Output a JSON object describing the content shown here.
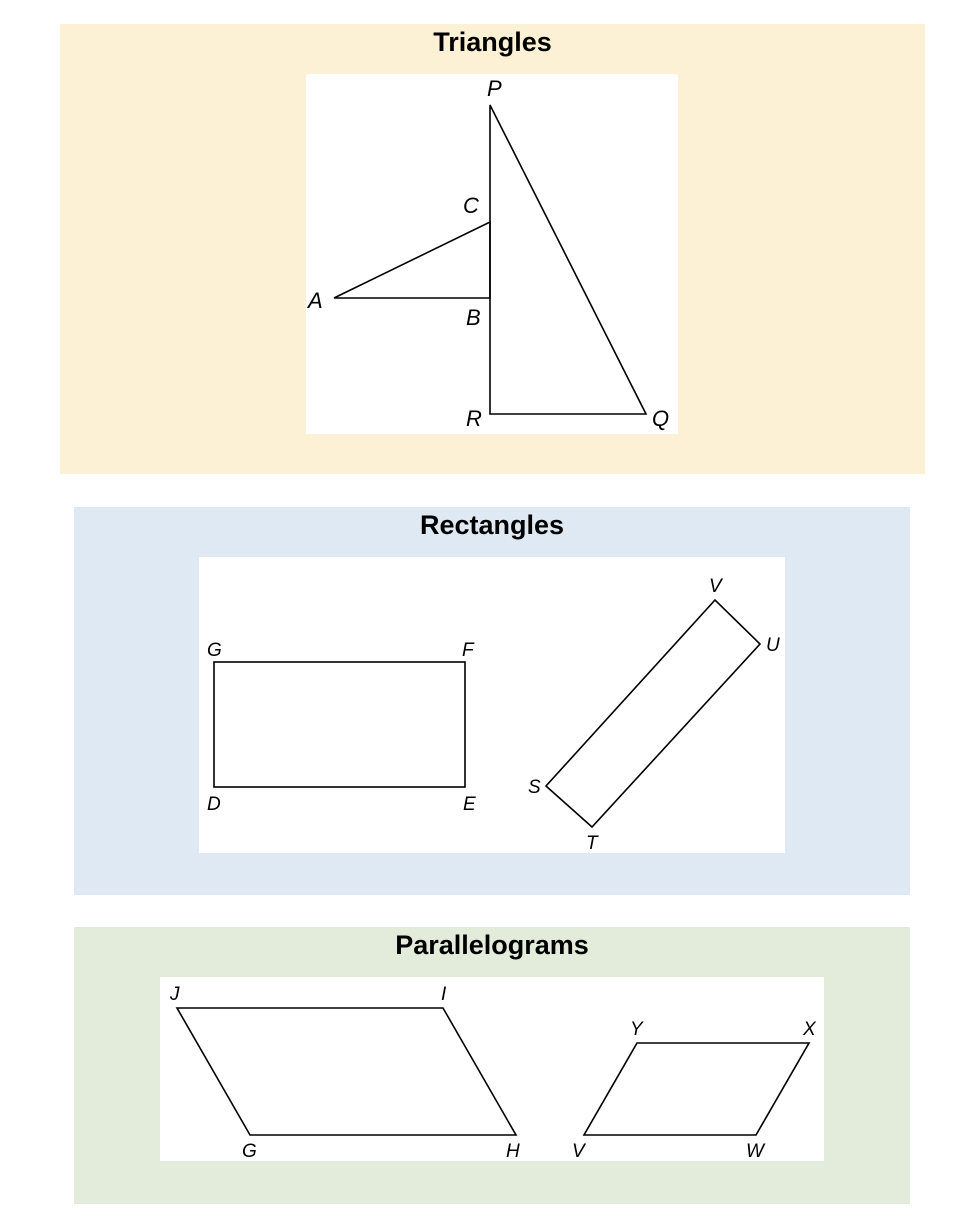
{
  "colors": {
    "triangles_bg": "#fcf1d4",
    "rectangles_bg": "#dfe9f3",
    "parallelograms_bg": "#e3ecda",
    "figure_bg": "#ffffff",
    "stroke": "#000000"
  },
  "triangles": {
    "title": "Triangles",
    "labels": {
      "P": "P",
      "C": "C",
      "A": "A",
      "B": "B",
      "R": "R",
      "Q": "Q"
    }
  },
  "rectangles": {
    "title": "Rectangles",
    "labels": {
      "G": "G",
      "F": "F",
      "D": "D",
      "E": "E",
      "V": "V",
      "U": "U",
      "S": "S",
      "T": "T"
    }
  },
  "parallelograms": {
    "title": "Parallelograms",
    "labels": {
      "J": "J",
      "I": "I",
      "G": "G",
      "H": "H",
      "Y": "Y",
      "X": "X",
      "V": "V",
      "W": "W"
    }
  }
}
